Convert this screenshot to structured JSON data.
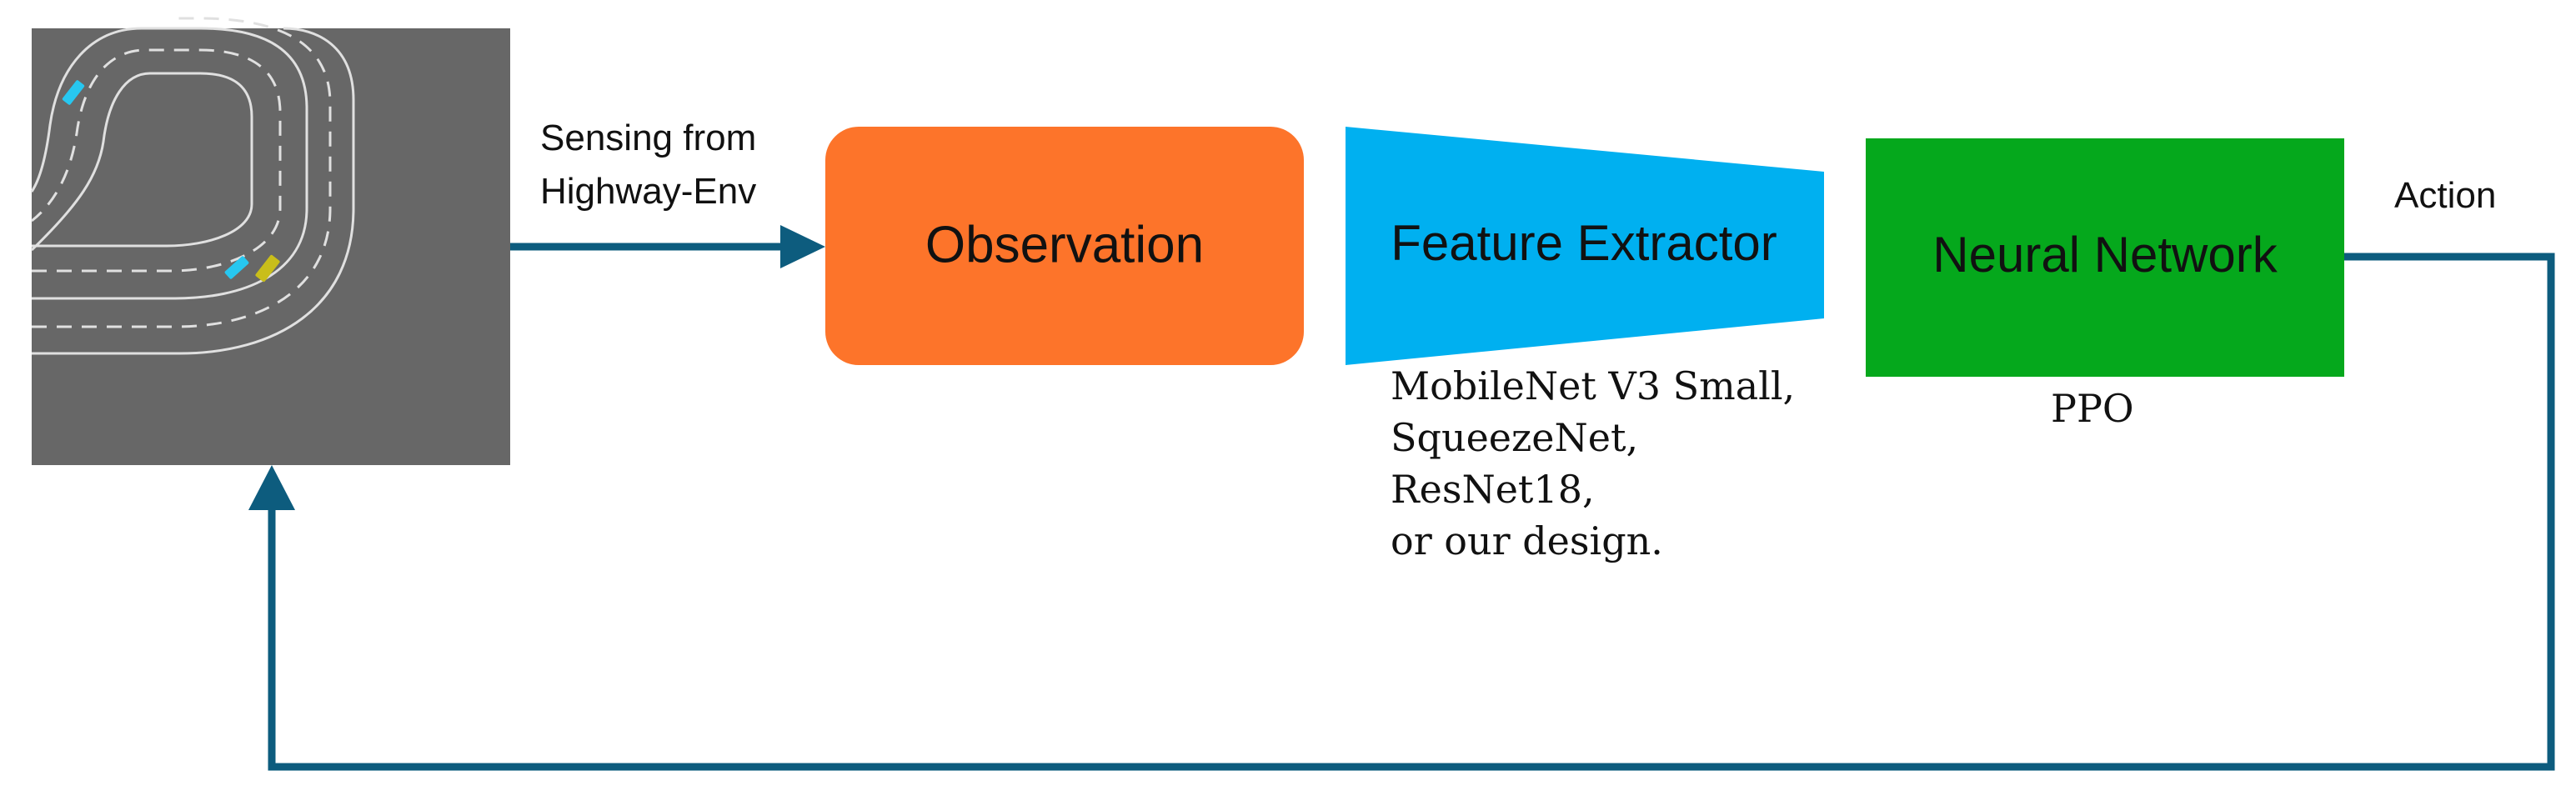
{
  "env": {
    "sensing_label": "Sensing from Highway-Env",
    "background": "#676767",
    "lane_color": "#e0e0e0",
    "vehicles": [
      {
        "color": "#27c7f0"
      },
      {
        "color": "#27c7f0"
      },
      {
        "color": "#c9be1a"
      }
    ]
  },
  "nodes": {
    "observation": {
      "label": "Observation",
      "color": "#fd742a"
    },
    "feature_extractor": {
      "label": "Feature Extractor",
      "color": "#00b0f0",
      "options": [
        "MobileNet V3 Small,",
        "SqueezeNet,",
        "ResNet18,",
        "or our design."
      ]
    },
    "neural_network": {
      "label": "Neural Network",
      "color": "#05a81c",
      "algorithm": "PPO"
    }
  },
  "edges": {
    "action_label": "Action",
    "arrow_color": "#0d5c7e"
  }
}
